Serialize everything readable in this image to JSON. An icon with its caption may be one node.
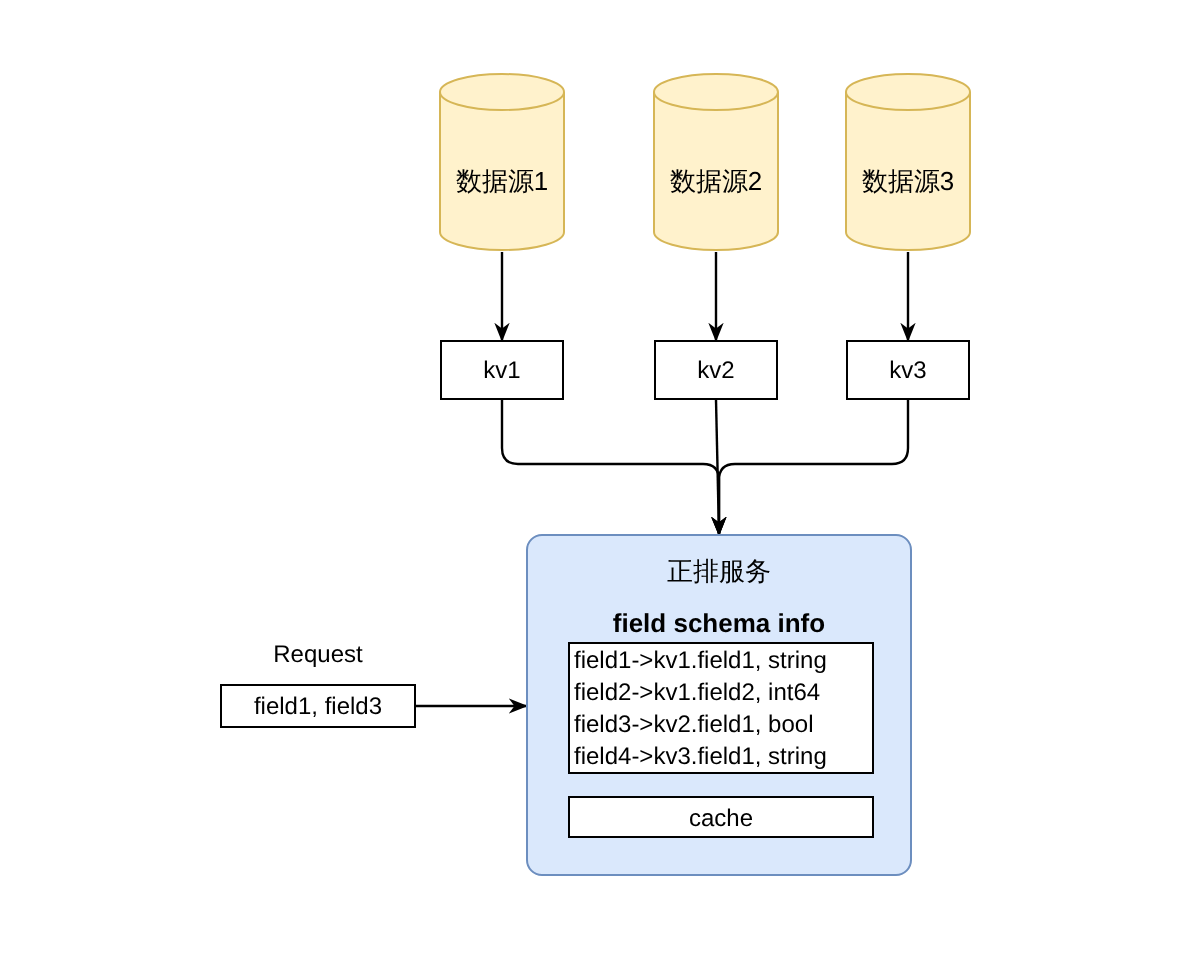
{
  "diagram": {
    "nodes": [
      {
        "text": [
          "数据源1"
        ]
      },
      {
        "text": [
          "数据源2"
        ]
      },
      {
        "text": [
          "数据源3"
        ]
      },
      {
        "text": [
          "kv1"
        ]
      },
      {
        "text": [
          "kv2"
        ]
      },
      {
        "text": [
          "kv3"
        ]
      },
      {
        "text": [
          "正排服务",
          "field schema info"
        ]
      },
      {
        "text": [
          "field1->kv1.field1, string",
          "field2->kv1.field2, int64",
          "field3->kv2.field1, bool",
          "field4->kv3.field1, string"
        ],
        "in": 6
      },
      {
        "text": [
          "cache"
        ],
        "in": 6
      },
      {
        "text": [
          "field1, field3"
        ],
        "beside": [
          "Request"
        ]
      }
    ],
    "edges": [
      {
        "from": 0,
        "to": 3,
        "arrow": "to"
      },
      {
        "from": 1,
        "to": 4,
        "arrow": "to"
      },
      {
        "from": 2,
        "to": 5,
        "arrow": "to"
      },
      {
        "from": 3,
        "to": 6,
        "arrow": "to"
      },
      {
        "from": 4,
        "to": 6,
        "arrow": "to"
      },
      {
        "from": 5,
        "to": 6,
        "arrow": "to"
      },
      {
        "from": 9,
        "to": 6,
        "arrow": "to"
      }
    ]
  }
}
